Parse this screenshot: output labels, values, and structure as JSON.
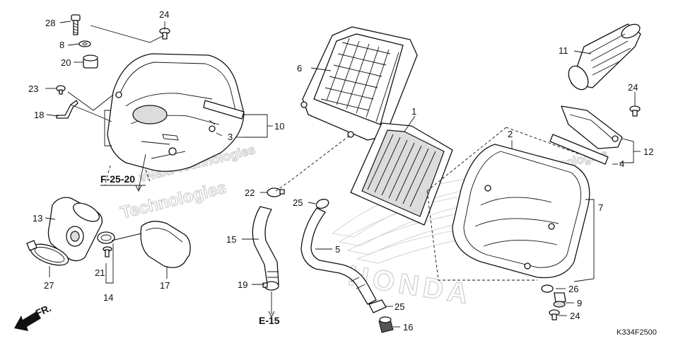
{
  "diagram": {
    "drawing_code": "K334F2500",
    "front_label": "FR.",
    "references": [
      "F-25-20",
      "E-15"
    ],
    "watermark": {
      "brand": "HONDA",
      "text1": "vNext Technologies",
      "text2": "Technologies"
    },
    "callouts": [
      {
        "id": "28",
        "label": "28"
      },
      {
        "id": "24a",
        "label": "24"
      },
      {
        "id": "8",
        "label": "8"
      },
      {
        "id": "20",
        "label": "20"
      },
      {
        "id": "23",
        "label": "23"
      },
      {
        "id": "18",
        "label": "18"
      },
      {
        "id": "10",
        "label": "10"
      },
      {
        "id": "3",
        "label": "3"
      },
      {
        "id": "6",
        "label": "6"
      },
      {
        "id": "1",
        "label": "1"
      },
      {
        "id": "11",
        "label": "11"
      },
      {
        "id": "24b",
        "label": "24"
      },
      {
        "id": "12",
        "label": "12"
      },
      {
        "id": "4",
        "label": "4"
      },
      {
        "id": "2",
        "label": "2"
      },
      {
        "id": "7",
        "label": "7"
      },
      {
        "id": "22",
        "label": "22"
      },
      {
        "id": "25a",
        "label": "25"
      },
      {
        "id": "15",
        "label": "15"
      },
      {
        "id": "5",
        "label": "5"
      },
      {
        "id": "19",
        "label": "19"
      },
      {
        "id": "25b",
        "label": "25"
      },
      {
        "id": "16",
        "label": "16"
      },
      {
        "id": "13",
        "label": "13"
      },
      {
        "id": "21",
        "label": "21"
      },
      {
        "id": "14",
        "label": "14"
      },
      {
        "id": "17",
        "label": "17"
      },
      {
        "id": "27",
        "label": "27"
      },
      {
        "id": "26",
        "label": "26"
      },
      {
        "id": "9",
        "label": "9"
      },
      {
        "id": "24c",
        "label": "24"
      }
    ]
  }
}
